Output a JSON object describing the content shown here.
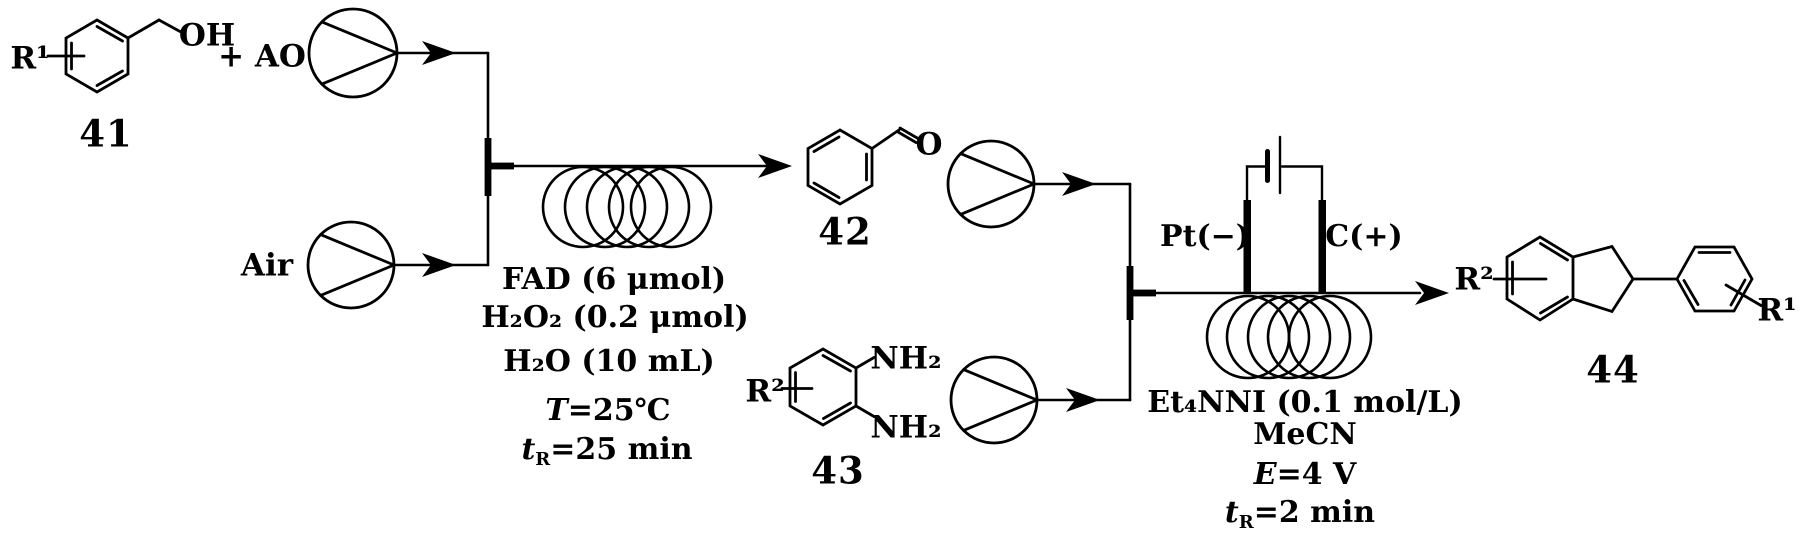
{
  "colors": {
    "ink": "#000000",
    "background": "#ffffff"
  },
  "compounds": {
    "c41": {
      "label": "41",
      "substituent": "R¹",
      "hydroxyl": "OH"
    },
    "c42": {
      "label": "42",
      "oxygen": "O"
    },
    "c43": {
      "label": "43",
      "substituent": "R²",
      "amine_top": "NH₂",
      "amine_bottom": "NH₂"
    },
    "c44": {
      "label": "44",
      "substituent_left": "R²",
      "substituent_right": "R¹"
    }
  },
  "inputs": {
    "oxidant": "+ AO",
    "air": "Air"
  },
  "reactor1": {
    "reagents": [
      "FAD (6 μmol)",
      "H₂O₂ (0.2 μmol)",
      "H₂O (10 mL)"
    ],
    "temperature": {
      "symbol": "T",
      "value": "=25℃"
    },
    "residence_time": {
      "symbol": "t",
      "subscript": "R",
      "value": "=25 min"
    }
  },
  "electrolysis": {
    "cathode": "Pt(−)",
    "anode": "C(+)"
  },
  "reactor2": {
    "reagents": [
      "Et₄NNI (0.1 mol/L)",
      "MeCN"
    ],
    "potential": {
      "symbol": "E",
      "value": "=4 V"
    },
    "residence_time": {
      "symbol": "t",
      "subscript": "R",
      "value": "=2 min"
    }
  }
}
